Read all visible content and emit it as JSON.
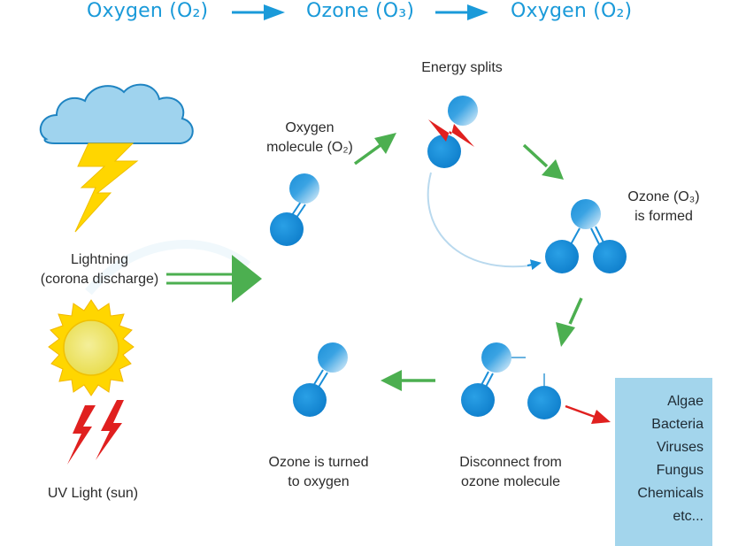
{
  "header": {
    "steps": [
      "Oxygen (O₂)",
      "Ozone (O₃)",
      "Oxygen (O₂)"
    ],
    "arrow_icon": "right-arrow",
    "color": "#1a9ad9"
  },
  "sources": {
    "lightning": {
      "label_line1": "Lightning",
      "label_line2": "(corona discharge)",
      "icon": "storm-cloud-lightning"
    },
    "uv": {
      "label": "UV Light (sun)",
      "icon": "sun-with-red-bolts"
    }
  },
  "cycle": {
    "oxygen_molecule": {
      "line1": "Oxygen",
      "line2": "molecule (O₂)"
    },
    "energy_splits": {
      "label": "Energy splits"
    },
    "ozone_formed": {
      "line1": "Ozone (O₃)",
      "line2": "is formed"
    },
    "disconnect": {
      "line1": "Disconnect from",
      "line2": "ozone molecule"
    },
    "turned_to_oxygen": {
      "line1": "Ozone is turned",
      "line2": "to oxygen"
    }
  },
  "targets": {
    "items": [
      "Algae",
      "Bacteria",
      "Viruses",
      "Fungus",
      "Chemicals",
      "etc..."
    ],
    "box_color": "#a3d5ec"
  },
  "colors": {
    "atom": "#1a8fd8",
    "flow_arrow": "#4caf50",
    "attack_arrow": "#e0201f",
    "lightning": "#ffd600",
    "cloud": "#9fd3ee"
  }
}
